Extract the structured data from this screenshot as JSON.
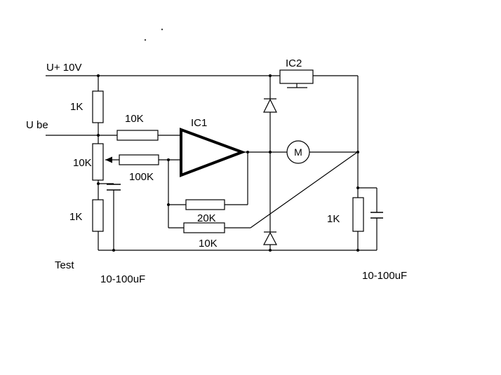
{
  "app": {
    "background_color": "#ffffff",
    "ink_color": "#000000"
  },
  "schematic": {
    "kind": "op-amp motor control circuit",
    "power_rail_label": "U+ 10V",
    "input_label": "U be",
    "ground_label": "Test",
    "opamp_label": "IC1",
    "regulator_label": "IC2",
    "motor_label": "M",
    "resistors": {
      "top_left": "1K",
      "input_series": "10K",
      "potentiometer": "10K",
      "gain": "100K",
      "bottom_left": "1K",
      "feedback": "20K",
      "sense": "10K",
      "right": "1K"
    },
    "capacitors": {
      "left": "10-100uF",
      "right": "10-100uF"
    }
  }
}
